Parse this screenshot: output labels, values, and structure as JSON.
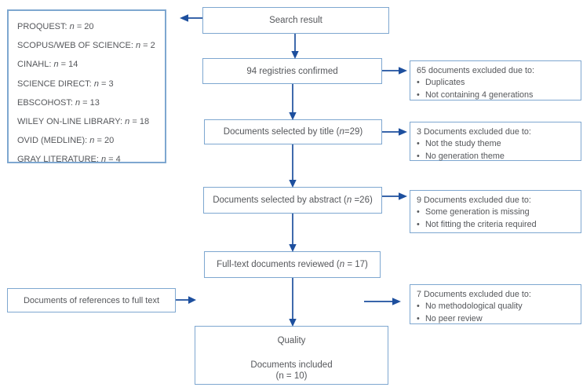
{
  "palette": {
    "border": "#7ea7d0",
    "arrow": "#1d4f9e",
    "text": "#55575b",
    "background": "#ffffff"
  },
  "n_symbol": "n",
  "bullet_char": "•",
  "sources_box": {
    "items": [
      {
        "label": "PROQUEST:",
        "value": "= 20"
      },
      {
        "label": "SCOPUS/WEB OF SCIENCE:",
        "value": "= 2"
      },
      {
        "label": "CINAHL:",
        "value": "= 14"
      },
      {
        "label": "SCIENCE DIRECT:",
        "value": "= 3"
      },
      {
        "label": "EBSCOHOST:",
        "value": "= 13"
      },
      {
        "label": "WILEY ON-LINE LIBRARY:",
        "value": "= 18"
      },
      {
        "label": "OVID (MEDLINE):",
        "value": "= 20"
      },
      {
        "label": "GRAY LITERATURE:",
        "value": "= 4"
      }
    ]
  },
  "flow": {
    "search": {
      "label": "Search result"
    },
    "registries": {
      "label": "94 registries confirmed"
    },
    "title": {
      "pre": "Documents selected by title (",
      "post": "=29)"
    },
    "abstract": {
      "pre": "Documents selected by abstract (",
      "post": " =26)"
    },
    "fulltext": {
      "pre": "Full-text documents reviewed (",
      "post": " = 17)"
    },
    "references": {
      "label": "Documents of references to full text"
    },
    "quality": {
      "line1": "Quality",
      "line2": "Documents included",
      "line3": "(n = 10)"
    }
  },
  "exclusions": [
    {
      "head": "65 documents excluded due to:",
      "bullets": [
        "Duplicates",
        "Not containing 4 generations"
      ]
    },
    {
      "head": "3 Documents excluded due to:",
      "bullets": [
        "Not the study theme",
        "No generation theme"
      ]
    },
    {
      "head": "9 Documents excluded due to:",
      "bullets": [
        "Some generation is missing",
        "Not fitting the criteria required"
      ]
    },
    {
      "head": "7 Documents excluded due to:",
      "bullets": [
        "No methodological quality",
        "No peer review"
      ]
    }
  ]
}
